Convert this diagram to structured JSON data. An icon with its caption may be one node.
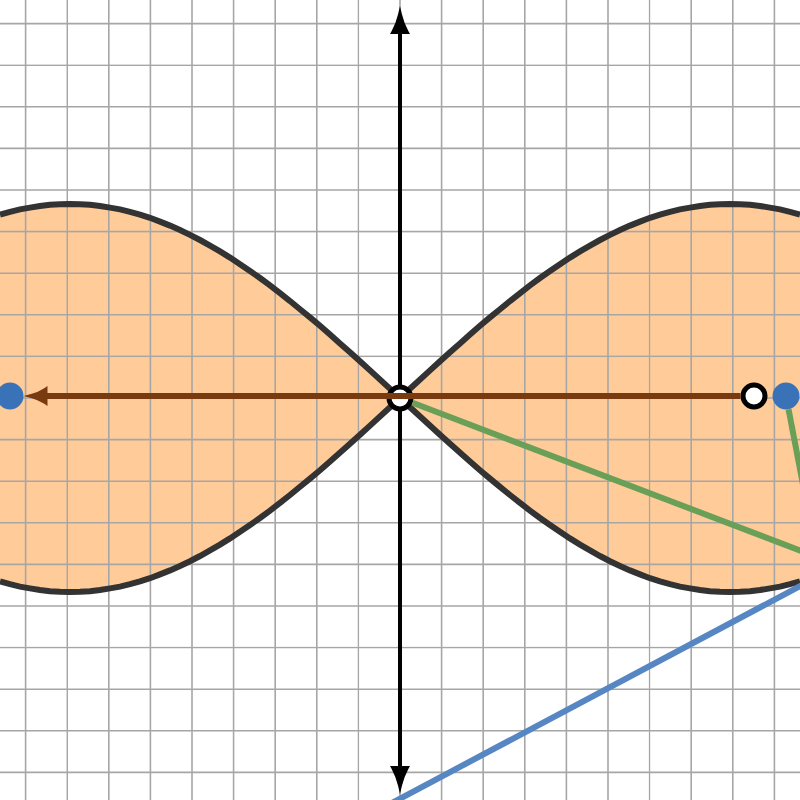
{
  "diagram": {
    "nodes": [
      {
        "text": [],
        "shape": "circle"
      },
      {
        "text": [],
        "shape": "circle"
      },
      {
        "text": [],
        "shape": "circle"
      },
      {
        "text": [],
        "shape": "circle"
      }
    ],
    "edges": [
      {
        "from": 2,
        "to": 0,
        "arrow": "to",
        "color": "#7a3a10"
      },
      {
        "from": 1,
        "to": null,
        "arrow": "none",
        "color": "#6a9f58"
      },
      {
        "from": 3,
        "to": null,
        "arrow": "none",
        "color": "#6a9f58"
      }
    ]
  }
}
